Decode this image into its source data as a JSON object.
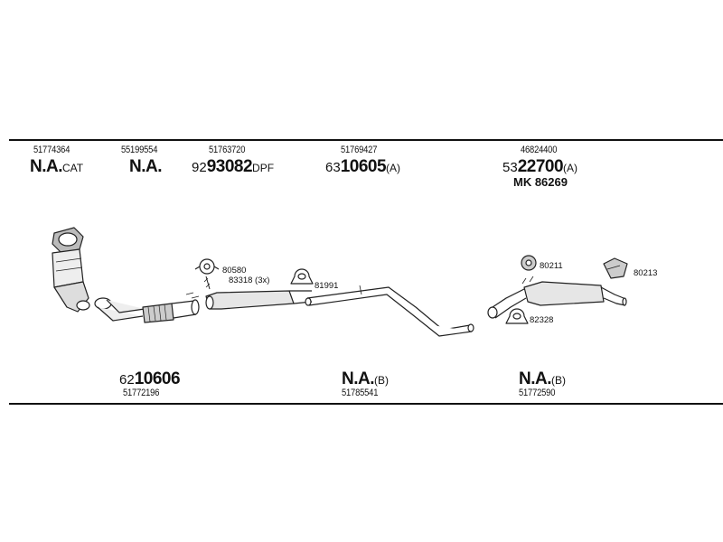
{
  "top_row": [
    {
      "ref": "51774364",
      "code_big": "N.A.",
      "code_suffix": "CAT"
    },
    {
      "ref": "55199554",
      "code_big": "N.A."
    },
    {
      "ref": "51763720",
      "code_prefix": "92",
      "code_big": "93082",
      "code_suffix": "DPF"
    },
    {
      "ref": "51769427",
      "code_prefix": "63",
      "code_big": "10605",
      "code_suffix": "(A)"
    },
    {
      "ref": "46824400",
      "code_prefix": "53",
      "code_big": "22700",
      "code_suffix": "(A)",
      "extra": "MK  86269"
    }
  ],
  "bottom_row": [
    {
      "code_prefix": "62",
      "code_big": "10606",
      "ref": "51772196"
    },
    {
      "code_big": "N.A.",
      "code_suffix": "(B)",
      "ref": "51785541"
    },
    {
      "code_big": "N.A.",
      "code_suffix": "(B)",
      "ref": "51772590"
    }
  ],
  "part_labels": {
    "p80580": "80580",
    "p83318": "83318 (3x)",
    "p81991": "81991",
    "p80211": "80211",
    "p82328": "82328",
    "p80213": "80213"
  }
}
